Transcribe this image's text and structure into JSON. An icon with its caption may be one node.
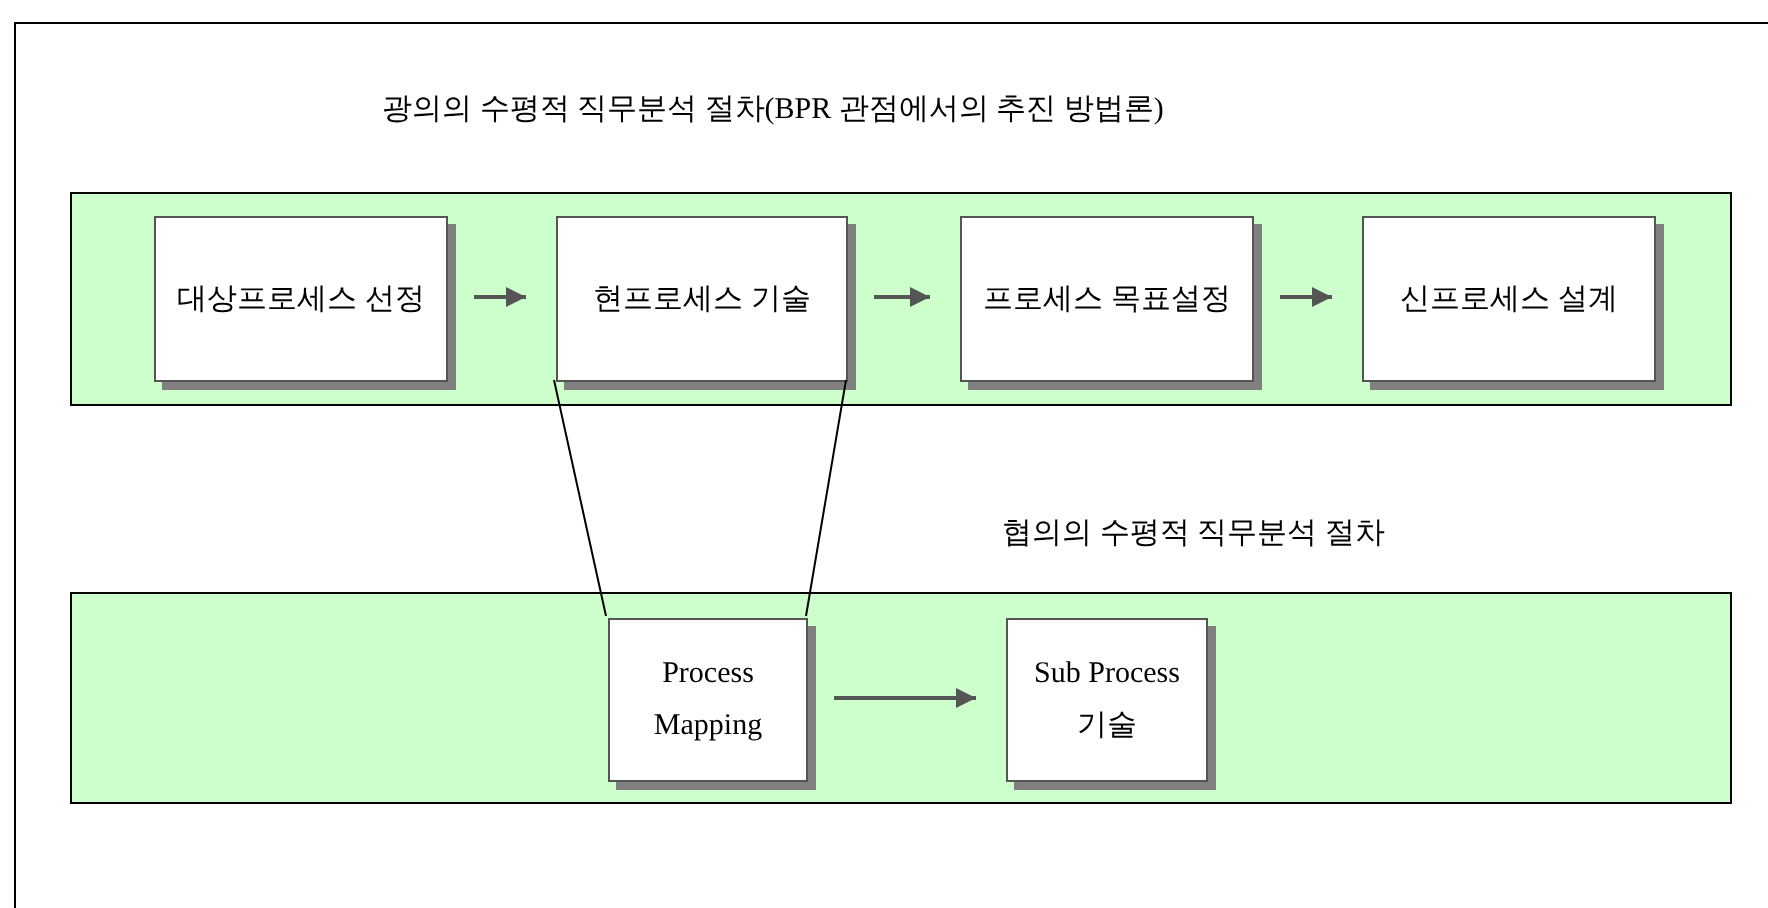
{
  "diagram": {
    "nodes": [
      {
        "text": [
          "광의의 수평적 직무분석 절차(BPR 관점에서의 추진 방법론)"
        ]
      },
      {
        "text": [
          "대상프로세스 선정"
        ],
        "in": 0
      },
      {
        "text": [
          "현프로세스 기술"
        ],
        "in": 0
      },
      {
        "text": [
          "프로세스 목표설정"
        ],
        "in": 0
      },
      {
        "text": [
          "신프로세스 설계"
        ],
        "in": 0
      },
      {
        "text": [
          "협의의 수평적 직무분석 절차"
        ]
      },
      {
        "text": [
          "Process Mapping"
        ],
        "in": 5
      },
      {
        "text": [
          "Sub Process기술"
        ],
        "in": 5
      }
    ],
    "edges": [
      {
        "from": 1,
        "to": 2,
        "arrow": "to"
      },
      {
        "from": 2,
        "to": 3,
        "arrow": "to"
      },
      {
        "from": 3,
        "to": 4,
        "arrow": "to"
      },
      {
        "from": 2,
        "to": 6,
        "arrow": "none"
      },
      {
        "from": 6,
        "to": 7,
        "arrow": "to"
      }
    ]
  }
}
